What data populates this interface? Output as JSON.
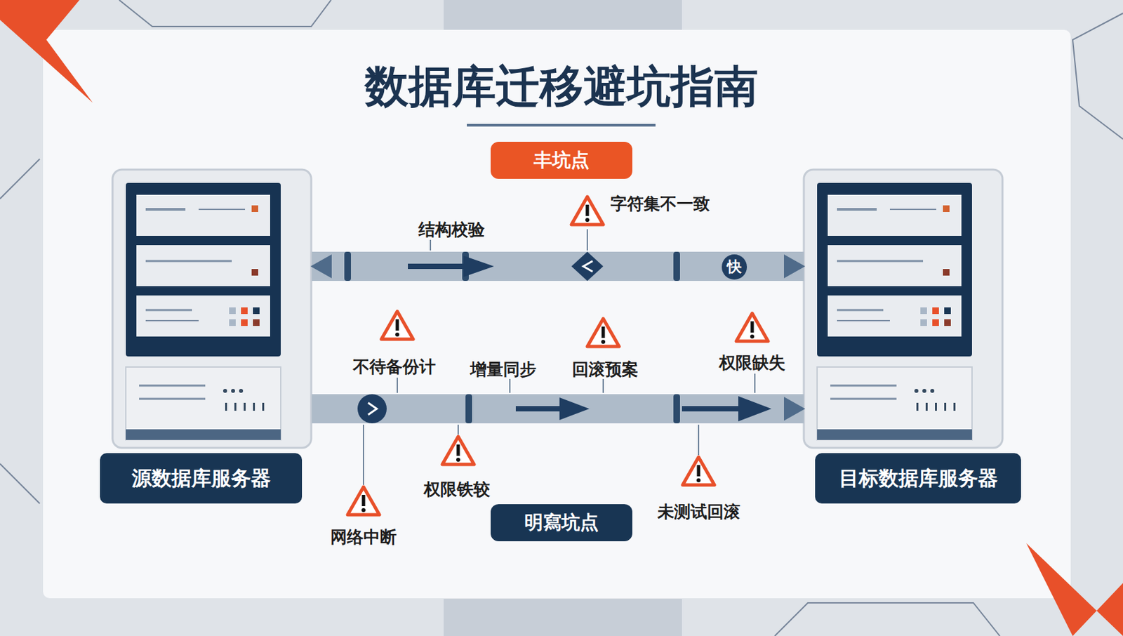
{
  "diagram": {
    "title": "数据库迁移避坑指南",
    "nodes": [
      {
        "text": [
          "丰坑点"
        ]
      },
      {
        "text": [
          "源数据库服务器"
        ]
      },
      {
        "text": [
          "目标数据库服务器"
        ]
      },
      {
        "text": [
          "明寫坑点"
        ]
      }
    ],
    "edges": [
      {
        "from": 1,
        "to": 2,
        "arrow": "both"
      },
      {
        "from": 1,
        "to": 2,
        "arrow": "to"
      }
    ],
    "labels": [
      "结构校验",
      "字符集不一致",
      "快",
      "不待备份计",
      "增量同步",
      "回滚预案",
      "权限缺失",
      "权限铁较",
      "网络中断",
      "未测试回滚"
    ]
  }
}
